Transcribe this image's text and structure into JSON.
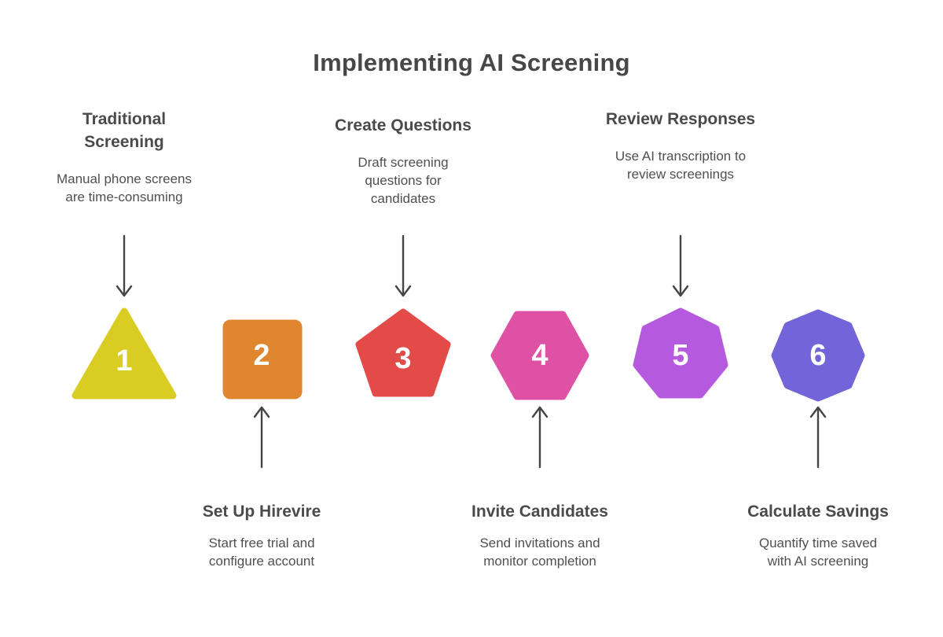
{
  "title": "Implementing AI Screening",
  "palette": {
    "heading_text": "#4a4a4a",
    "body_text": "#4f4f4f",
    "arrow": "#454545",
    "number_text": "#ffffff",
    "background": "#ffffff"
  },
  "steps": [
    {
      "number": "1",
      "shape": "triangle",
      "color": "#d9cd24",
      "label_position": "top",
      "heading": "Traditional\nScreening",
      "description": "Manual phone screens\nare time-consuming"
    },
    {
      "number": "2",
      "shape": "square",
      "color": "#e0862f",
      "label_position": "bottom",
      "heading": "Set Up Hirevire",
      "description": "Start free trial and\nconfigure account"
    },
    {
      "number": "3",
      "shape": "pentagon",
      "color": "#e24b48",
      "label_position": "top",
      "heading": "Create Questions",
      "description": "Draft screening\nquestions for\ncandidates"
    },
    {
      "number": "4",
      "shape": "hexagon",
      "color": "#de51a5",
      "label_position": "bottom",
      "heading": "Invite Candidates",
      "description": "Send invitations and\nmonitor completion"
    },
    {
      "number": "5",
      "shape": "heptagon",
      "color": "#b55adf",
      "label_position": "top",
      "heading": "Review Responses",
      "description": "Use AI transcription to\nreview screenings"
    },
    {
      "number": "6",
      "shape": "octagon",
      "color": "#7365d9",
      "label_position": "bottom",
      "heading": "Calculate Savings",
      "description": "Quantify time saved\nwith AI screening"
    }
  ]
}
